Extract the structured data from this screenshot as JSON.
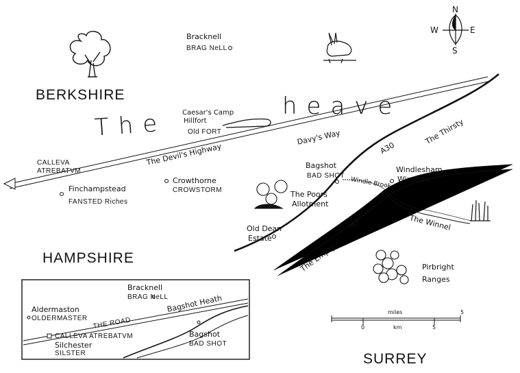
{
  "counties": {
    "berkshire": "BERKSHIRE",
    "hampshire": "HAMPSHIRE",
    "surrey": "SURREY"
  },
  "title": {
    "the": "The",
    "heave": "heave"
  },
  "compass": {
    "north": "N",
    "south": "S",
    "east": "E",
    "west": "W"
  },
  "places": {
    "bracknell": {
      "name": "Bracknell",
      "alt": "BRAG NeLL"
    },
    "caesars_camp": {
      "name_line1": "Caesar's Camp",
      "name_line2": "Hillfort",
      "alt": "Old FORT"
    },
    "calleva": {
      "name_line1": "CALLEVA",
      "name_line2": "ATREBATVM"
    },
    "finchampstead": {
      "name": "Finchampstead",
      "alt": "FANSTED Riches"
    },
    "crowthorne": {
      "name": "Crowthorne",
      "alt": "CROWSTORM"
    },
    "bagshot": {
      "name": "Bagshot",
      "alt": "BAD SHOT"
    },
    "windlesham": {
      "name": "Windlesham",
      "alt": "Winshan"
    },
    "poors_allotment": {
      "line1": "The Poors",
      "line2": "Allotment"
    },
    "old_dean": {
      "line1": "Old Dean",
      "line2": "Estate"
    },
    "pirbright": {
      "line1": "Pirbright",
      "line2": "Ranges"
    }
  },
  "roads": {
    "devils_highway": "The Devil's Highway",
    "davys_way": "Davy's Way",
    "a30": "A30",
    "thirsty": "The Thirsty",
    "m3": "M3",
    "empty": "The Empty",
    "windle_brook": "Windle Brook",
    "winnel": "The Winnel"
  },
  "inset": {
    "bracknell": {
      "name": "Bracknell",
      "alt": "BRAG NeLL"
    },
    "bagshot_heath": "Bagshot Heath",
    "aldermaston": {
      "name": "Aldermaston",
      "alt": "OLDERMASTER"
    },
    "the_road": "THE ROAD",
    "calleva": "CALLEVA ATREBATVM",
    "silchester": {
      "name": "Silchester",
      "alt": "SILSTER"
    },
    "bagshot": {
      "name": "Bagshot",
      "alt": "BAD SHOT"
    }
  },
  "scale": {
    "miles_label": "miles",
    "km_label": "km",
    "zero": "0",
    "five_miles": "5",
    "five_km": "5"
  },
  "colors": {
    "ink": "#111111",
    "paper": "#ffffff"
  }
}
